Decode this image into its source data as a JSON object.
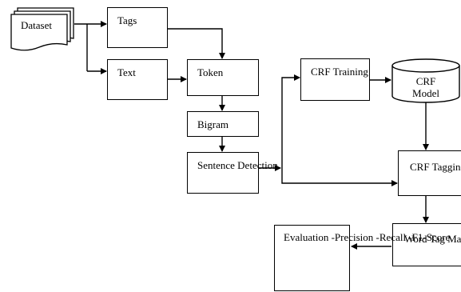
{
  "nodes": {
    "dataset": "Dataset",
    "tags": "Tags",
    "text": "Text",
    "token": "Token",
    "bigram": "Bigram",
    "sentence_detection": "Sentence\nDetection",
    "crf_training": "CRF\nTraining",
    "crf_model": "CRF\nModel",
    "crf_tagging": "CRF\nTagging",
    "word_tag_mapping": "Word Tag\nMapping",
    "evaluation": "Evaluation\n-Precision\n-Recall\n-F1-Score"
  }
}
